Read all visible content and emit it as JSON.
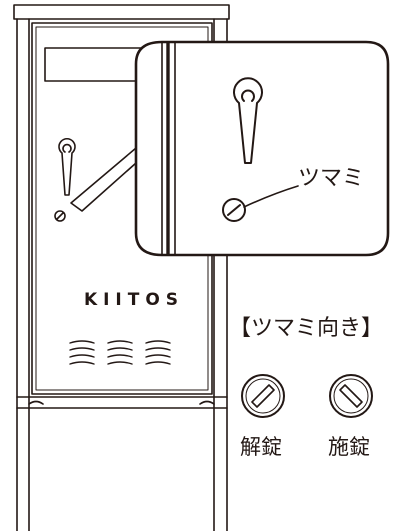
{
  "brand": "KIITOS",
  "callout": {
    "label": "ツマミ"
  },
  "knob_orientation": {
    "heading": "【ツマミ向き】",
    "unlock_label": "解錠",
    "lock_label": "施錠"
  },
  "colors": {
    "line": "#231815",
    "background": "#ffffff"
  }
}
